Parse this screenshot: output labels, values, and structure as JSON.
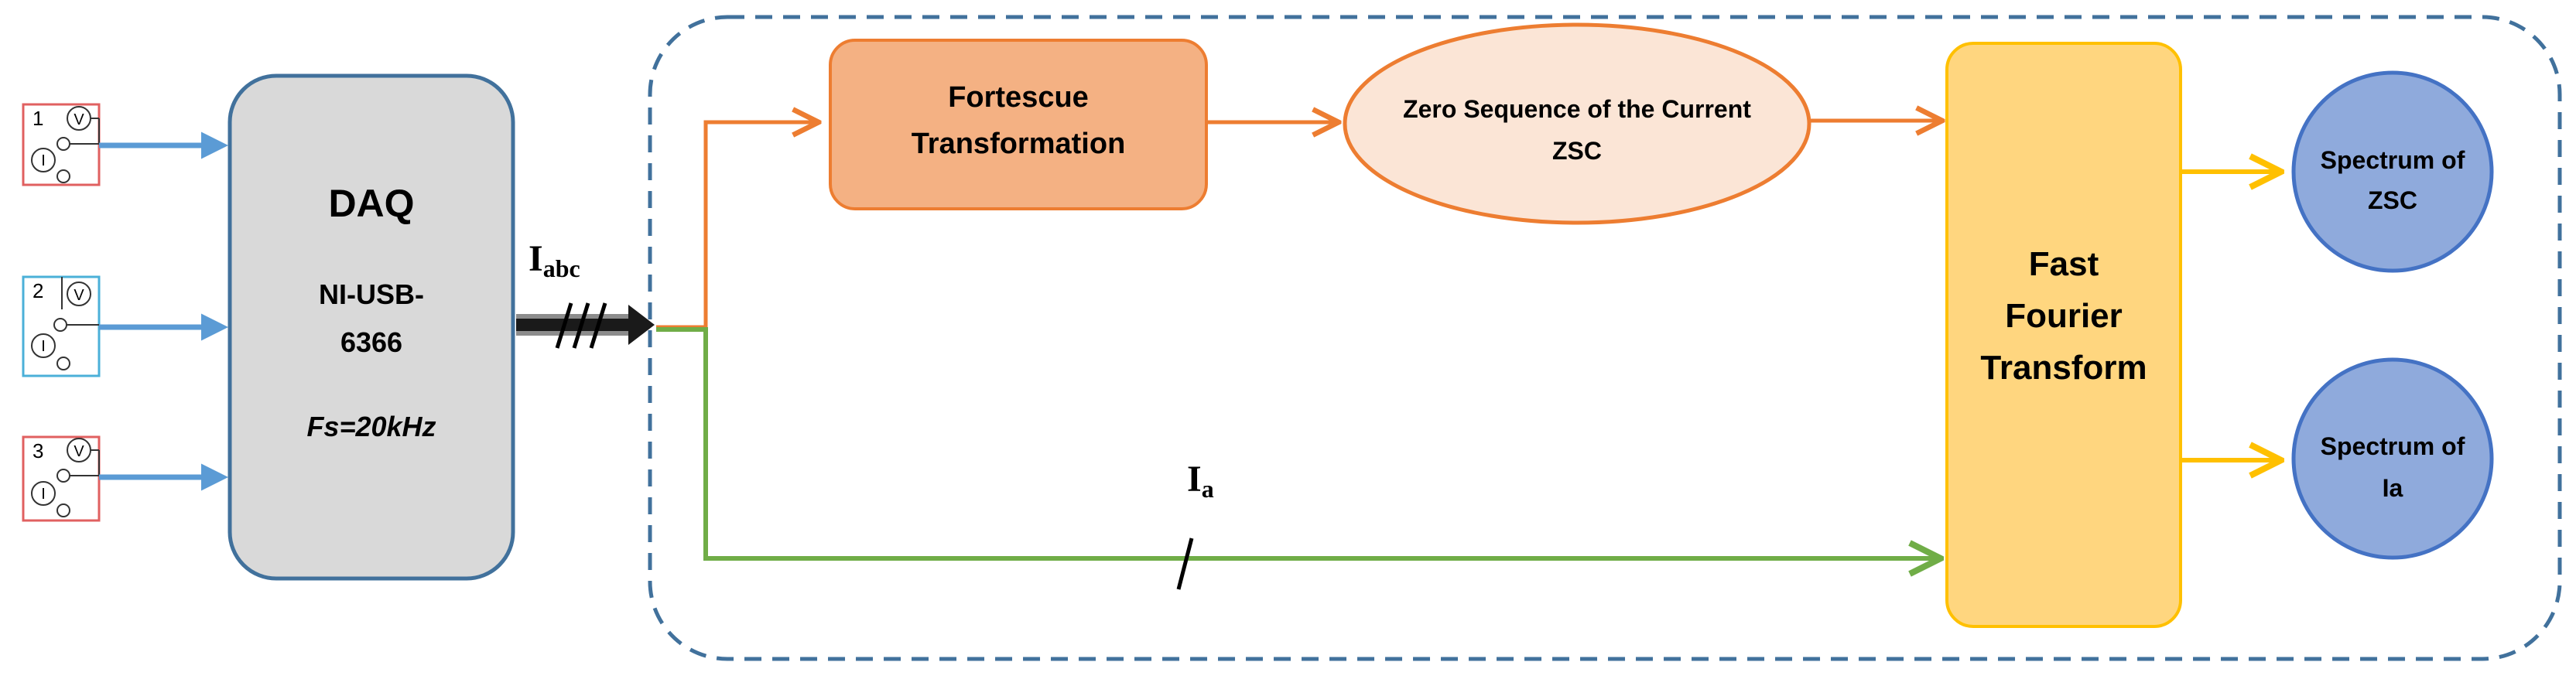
{
  "colors": {
    "blue_arrow": "#5b9bd5",
    "orange_line": "#ed7d31",
    "green_line": "#70ad47",
    "yellow_arrow": "#ffc000",
    "daq_fill": "#d9d9d9",
    "daq_stroke": "#41719c",
    "dashed_border": "#41719c",
    "fortescue_fill": "#f4b183",
    "zsc_fill": "#fbe5d6",
    "fft_fill": "#ffd67f",
    "spectrum_fill": "#8faadc",
    "spectrum_stroke": "#4472c4",
    "sensor_red": "#e06060",
    "sensor_cyan": "#4bb0d8"
  },
  "sensors": [
    {
      "number": "1",
      "v_label": "V",
      "i_label": "I"
    },
    {
      "number": "2",
      "v_label": "V",
      "i_label": "I"
    },
    {
      "number": "3",
      "v_label": "V",
      "i_label": "I"
    }
  ],
  "daq": {
    "title": "DAQ",
    "model_line1": "NI-USB-",
    "model_line2": "6366",
    "sampling": "Fs=20kHz"
  },
  "signal_labels": {
    "iabc_main": "I",
    "iabc_sub": "abc",
    "ia_main": "I",
    "ia_sub": "a"
  },
  "fortescue": {
    "line1": "Fortescue",
    "line2": "Transformation"
  },
  "zsc": {
    "line1": "Zero Sequence of the Current",
    "line2": "ZSC"
  },
  "fft": {
    "line1": "Fast",
    "line2": "Fourier",
    "line3": "Transform"
  },
  "spectrum_zsc": {
    "line1": "Spectrum of",
    "line2": "ZSC"
  },
  "spectrum_ia": {
    "line1": "Spectrum of",
    "line2": "Ia"
  }
}
